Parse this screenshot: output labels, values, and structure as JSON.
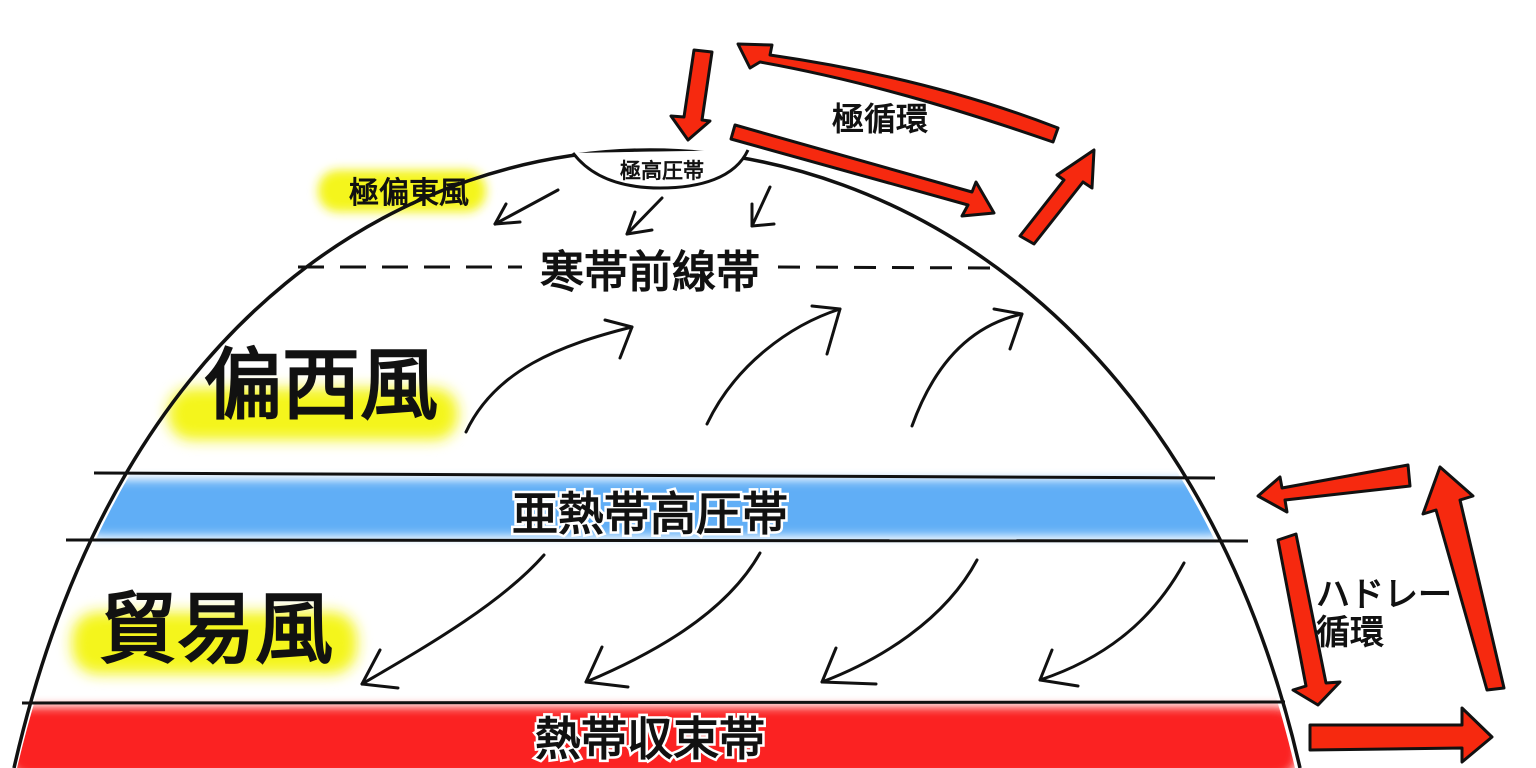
{
  "labels": {
    "polar_high": "極高圧帯",
    "polar_easterlies": "極偏東風",
    "polar_front": "寒帯前線帯",
    "westerlies": "偏西風",
    "subtropical_high": "亜熱帯高圧帯",
    "trade_winds": "貿易風",
    "itcz": "熱帯収束帯",
    "polar_cell": "極循環",
    "hadley_line1": "ハドレー",
    "hadley_line2": "循環"
  },
  "colors": {
    "highlight_yellow": "#f4f51e",
    "subtropical_blue": "#60aef6",
    "itcz_red": "#fb2323",
    "circulation_arrow": "#f6290f",
    "line": "#111111"
  }
}
